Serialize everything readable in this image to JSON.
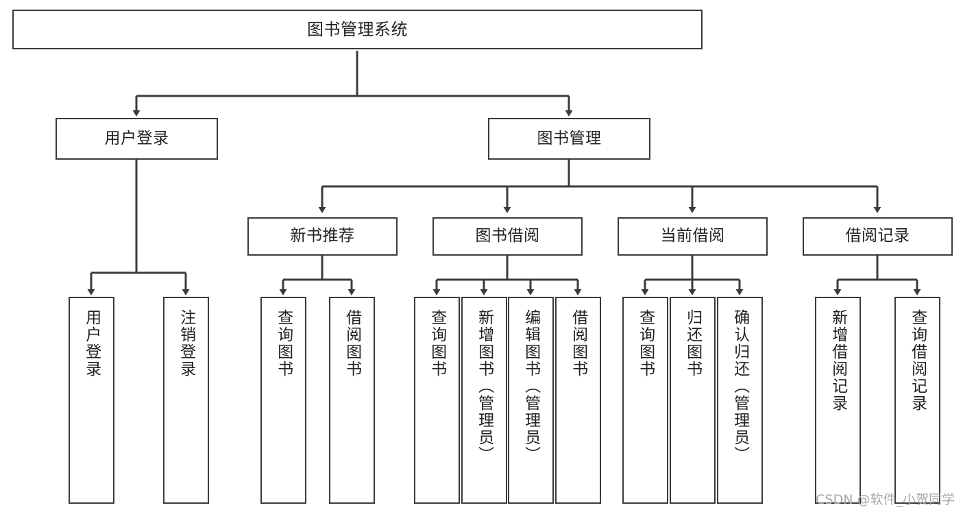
{
  "diagram": {
    "title": "图书管理系统",
    "type": "tree-hierarchy-chart",
    "line_color": "#3b3b3b",
    "box_fill": "#ffffff",
    "text_color": "#222222"
  },
  "watermark": {
    "text": "CSDN @软件_小贺同学",
    "color": "#a8a8a8"
  },
  "nodes": {
    "root": {
      "label": "图书管理系统"
    },
    "level1": [
      {
        "id": "user-login",
        "label": "用户登录"
      },
      {
        "id": "book-manage",
        "label": "图书管理"
      }
    ],
    "level2": [
      {
        "id": "new-book-recommend",
        "label": "新书推荐"
      },
      {
        "id": "book-borrow",
        "label": "图书借阅"
      },
      {
        "id": "current-borrow",
        "label": "当前借阅"
      },
      {
        "id": "borrow-record",
        "label": "借阅记录"
      }
    ],
    "leaves": {
      "user_login": [
        {
          "id": "leaf-user-login",
          "label": "用户登录"
        },
        {
          "id": "leaf-logout-login",
          "label": "注销登录"
        }
      ],
      "new_book_recommend": [
        {
          "id": "leaf-query-book-1",
          "label": "查询图书"
        },
        {
          "id": "leaf-borrow-book-1",
          "label": "借阅图书"
        }
      ],
      "book_borrow": [
        {
          "id": "leaf-query-book-2",
          "label": "查询图书"
        },
        {
          "id": "leaf-add-book",
          "label": "新增图书（管理员）"
        },
        {
          "id": "leaf-edit-book",
          "label": "编辑图书（管理员）"
        },
        {
          "id": "leaf-borrow-book-2",
          "label": "借阅图书"
        }
      ],
      "current_borrow": [
        {
          "id": "leaf-query-book-3",
          "label": "查询图书"
        },
        {
          "id": "leaf-return-book",
          "label": "归还图书"
        },
        {
          "id": "leaf-confirm-return",
          "label": "确认归还（管理员）"
        }
      ],
      "borrow_record": [
        {
          "id": "leaf-add-record",
          "label": "新增借阅记录"
        },
        {
          "id": "leaf-query-record",
          "label": "查询借阅记录"
        }
      ]
    }
  }
}
